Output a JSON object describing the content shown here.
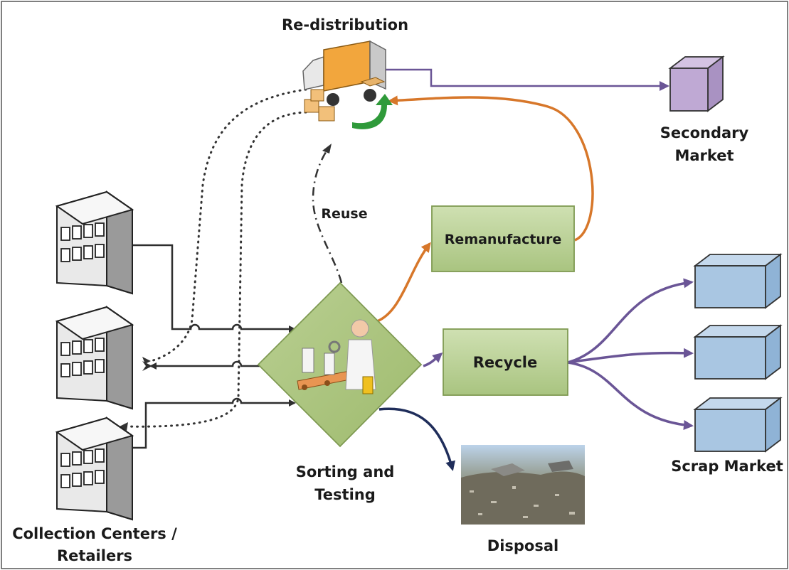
{
  "labels": {
    "redistribution": "Re-distribution",
    "secondary_line1": "Secondary",
    "secondary_line2": "Market",
    "reuse": "Reuse",
    "remanufacture": "Remanufacture",
    "recycle": "Recycle",
    "scrap_market": "Scrap Market",
    "sorting_line1": "Sorting and",
    "sorting_line2": "Testing",
    "disposal": "Disposal",
    "collection_line1": "Collection Centers /",
    "collection_line2": "Retailers"
  },
  "colors": {
    "green_box": "#bcd39a",
    "green_box_border": "#7f9a52",
    "secondary_market": "#bfa9d4",
    "scrap_market": "#a9c6e2",
    "arrow_dark": "#2e2e2e",
    "arrow_orange": "#d7772a",
    "arrow_purple": "#6a5596",
    "arrow_navy": "#1f2d5a",
    "arrow_green": "#2f9a3a"
  }
}
